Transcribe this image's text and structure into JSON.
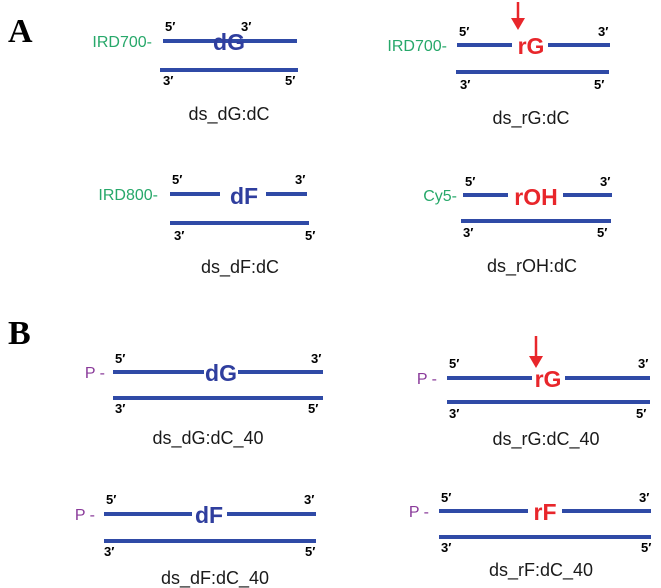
{
  "colors": {
    "strand": "#2f4aa6",
    "deoxy": "#2f3e9e",
    "ribo": "#e8262b",
    "dye": "#27a86a",
    "phosphate": "#8a3b9a",
    "arrow": "#e8262b"
  },
  "panels": [
    {
      "label": "A"
    },
    {
      "label": "B"
    }
  ],
  "constructs": [
    {
      "id": "A1",
      "tag": "IRD700-",
      "tag_kind": "dye",
      "mod": "dG",
      "mod_kind": "deoxy",
      "name": "ds_dG:dC",
      "top5": "5′",
      "top3": "3′",
      "bot3": "3′",
      "bot5": "5′",
      "arrow": false
    },
    {
      "id": "A2",
      "tag": "IRD700-",
      "tag_kind": "dye",
      "mod": "rG",
      "mod_kind": "ribo",
      "name": "ds_rG:dC",
      "top5": "5′",
      "top3": "3′",
      "bot3": "3′",
      "bot5": "5′",
      "arrow": true
    },
    {
      "id": "A3",
      "tag": "IRD800-",
      "tag_kind": "dye",
      "mod": "dF",
      "mod_kind": "deoxy",
      "name": "ds_dF:dC",
      "top5": "5′",
      "top3": "3′",
      "bot3": "3′",
      "bot5": "5′",
      "arrow": false
    },
    {
      "id": "A4",
      "tag": "Cy5-",
      "tag_kind": "dye",
      "mod": "rOH",
      "mod_kind": "ribo",
      "name": "ds_rOH:dC",
      "top5": "5′",
      "top3": "3′",
      "bot3": "3′",
      "bot5": "5′",
      "arrow": false
    },
    {
      "id": "B1",
      "tag": "P -",
      "tag_kind": "phosphate",
      "mod": "dG",
      "mod_kind": "deoxy",
      "name": "ds_dG:dC_40",
      "top5": "5′",
      "top3": "3′",
      "bot3": "3′",
      "bot5": "5′",
      "arrow": false
    },
    {
      "id": "B2",
      "tag": "P -",
      "tag_kind": "phosphate",
      "mod": "rG",
      "mod_kind": "ribo",
      "name": "ds_rG:dC_40",
      "top5": "5′",
      "top3": "3′",
      "bot3": "3′",
      "bot5": "5′",
      "arrow": true
    },
    {
      "id": "B3",
      "tag": "P -",
      "tag_kind": "phosphate",
      "mod": "dF",
      "mod_kind": "deoxy",
      "name": "ds_dF:dC_40",
      "top5": "5′",
      "top3": "3′",
      "bot3": "3′",
      "bot5": "5′",
      "arrow": false
    },
    {
      "id": "B4",
      "tag": "P -",
      "tag_kind": "phosphate",
      "mod": "rF",
      "mod_kind": "ribo",
      "name": "ds_rF:dC_40",
      "top5": "5′",
      "top3": "3′",
      "bot3": "3′",
      "bot5": "5′",
      "arrow": false
    }
  ]
}
